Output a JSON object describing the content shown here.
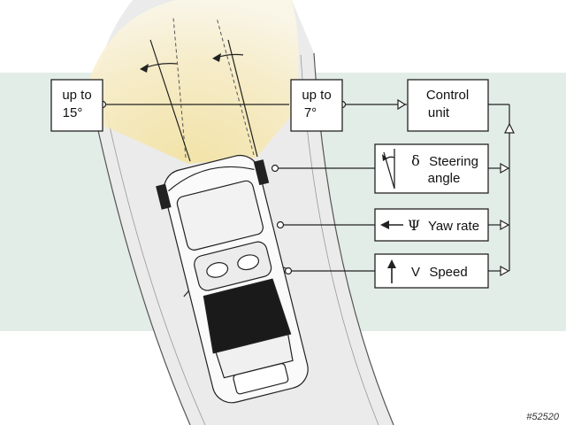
{
  "colors": {
    "road_band": "#e3ede8",
    "road_surface": "#ececec",
    "beam": "#f6e9b8",
    "line": "#222222"
  },
  "boxes": {
    "left_headlamp": {
      "line1": "up to",
      "line2": "15°"
    },
    "right_headlamp": {
      "line1": "up to",
      "line2": "7°"
    },
    "control_unit": {
      "line1": "Control",
      "line2": "unit"
    },
    "steering": {
      "symbol": "δ",
      "line1": "Steering",
      "line2": "angle",
      "icon": "steering-angle-icon"
    },
    "yaw": {
      "symbol": "Ψ",
      "label": "Yaw rate",
      "icon": "yaw-arrow-icon"
    },
    "speed": {
      "symbol": "V",
      "label": "Speed",
      "icon": "speed-arrow-icon"
    }
  },
  "icons": [
    "car-icon",
    "rotation-arrow-icon"
  ],
  "watermark": "#52520"
}
